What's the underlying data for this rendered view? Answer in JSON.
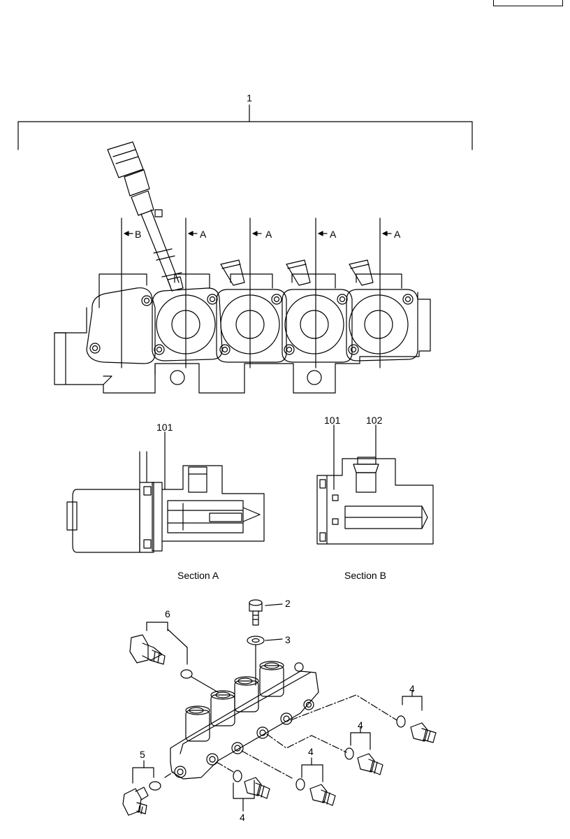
{
  "callouts": {
    "assembly": "1",
    "screw": "2",
    "washer": "3",
    "plug": "4",
    "fitting_left": "5",
    "fitting_top": "6",
    "part_101": "101",
    "part_102": "102"
  },
  "section_markers": {
    "b": "B",
    "a": "A"
  },
  "section_titles": {
    "a": "Section A",
    "b": "Section B"
  }
}
